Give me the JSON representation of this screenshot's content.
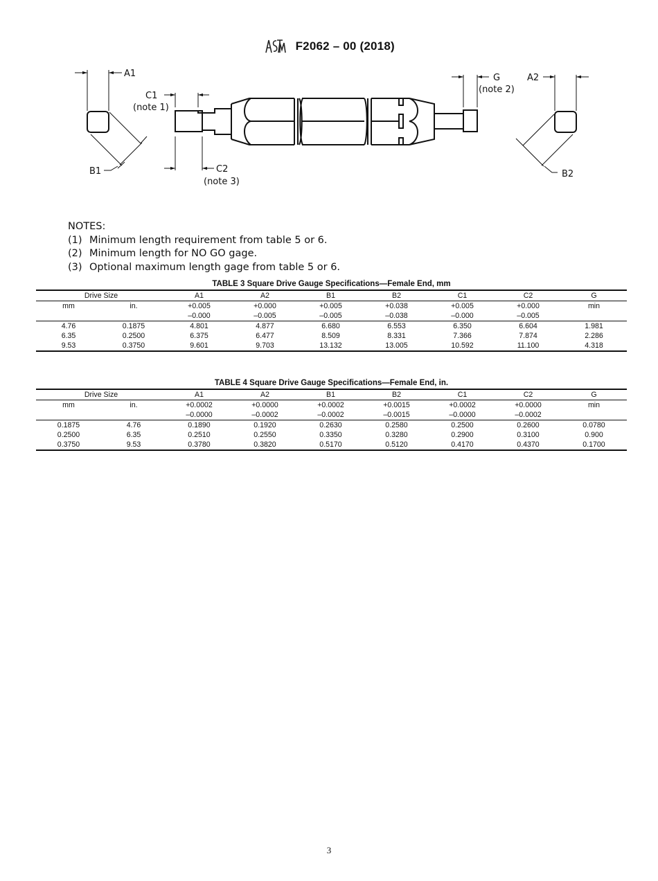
{
  "header": {
    "logo": "astm-logo-icon",
    "designation": "F2062 – 00 (2018)"
  },
  "figure": {
    "labels": {
      "a1": "A1",
      "b1": "B1",
      "c1": "C1",
      "c1_note": "(note 1)",
      "c2": "C2",
      "c2_note": "(note 3)",
      "g": "G",
      "g_note": "(note 2)",
      "a2": "A2",
      "b2": "B2"
    }
  },
  "notes": {
    "title": "NOTES:",
    "items": [
      {
        "num": "(1)",
        "text": "Minimum length requirement from table 5 or 6."
      },
      {
        "num": "(2)",
        "text": "Minimum length for NO GO gage."
      },
      {
        "num": "(3)",
        "text": "Optional maximum length gage from table 5 or 6."
      }
    ]
  },
  "table3": {
    "title": "TABLE 3 Square Drive Gauge Specifications—Female End, mm",
    "group_header": "Drive Size",
    "columns": [
      "A1",
      "A2",
      "B1",
      "B2",
      "C1",
      "C2",
      "G"
    ],
    "units": [
      "mm",
      "in."
    ],
    "tol_plus": [
      "+0.005",
      "+0.000",
      "+0.005",
      "+0.038",
      "+0.005",
      "+0.000",
      "min"
    ],
    "tol_minus": [
      "–0.000",
      "–0.005",
      "–0.005",
      "–0.038",
      "–0.000",
      "–0.005",
      ""
    ],
    "rows": [
      [
        "4.76",
        "0.1875",
        "4.801",
        "4.877",
        "6.680",
        "6.553",
        "6.350",
        "6.604",
        "1.981"
      ],
      [
        "6.35",
        "0.2500",
        "6.375",
        "6.477",
        "8.509",
        "8.331",
        "7.366",
        "7.874",
        "2.286"
      ],
      [
        "9.53",
        "0.3750",
        "9.601",
        "9.703",
        "13.132",
        "13.005",
        "10.592",
        "11.100",
        "4.318"
      ]
    ]
  },
  "table4": {
    "title": "TABLE 4 Square Drive Gauge Specifications—Female End, in.",
    "group_header": "Drive Size",
    "columns": [
      "A1",
      "A2",
      "B1",
      "B2",
      "C1",
      "C2",
      "G"
    ],
    "units": [
      "mm",
      "in."
    ],
    "tol_plus": [
      "+0.0002",
      "+0.0000",
      "+0.0002",
      "+0.0015",
      "+0.0002",
      "+0.0000",
      "min"
    ],
    "tol_minus": [
      "–0.0000",
      "–0.0002",
      "–0.0002",
      "–0.0015",
      "–0.0000",
      "–0.0002",
      ""
    ],
    "rows": [
      [
        "0.1875",
        "4.76",
        "0.1890",
        "0.1920",
        "0.2630",
        "0.2580",
        "0.2500",
        "0.2600",
        "0.0780"
      ],
      [
        "0.2500",
        "6.35",
        "0.2510",
        "0.2550",
        "0.3350",
        "0.3280",
        "0.2900",
        "0.3100",
        "0.900"
      ],
      [
        "0.3750",
        "9.53",
        "0.3780",
        "0.3820",
        "0.5170",
        "0.5120",
        "0.4170",
        "0.4370",
        "0.1700"
      ]
    ]
  },
  "page": {
    "number": "3"
  }
}
